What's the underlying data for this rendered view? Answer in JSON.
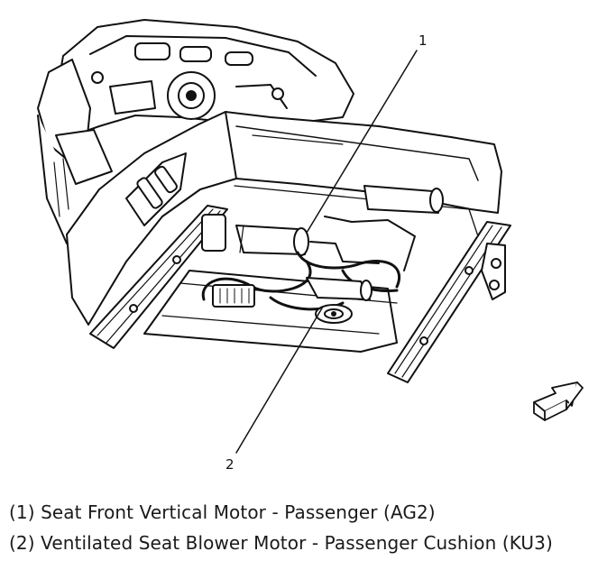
{
  "callouts": {
    "c1": "1",
    "c2": "2"
  },
  "legend": [
    {
      "text": "(1) Seat Front Vertical Motor - Passenger (AG2)"
    },
    {
      "text": "(2) Ventilated Seat Blower Motor - Passenger Cushion (KU3)"
    }
  ],
  "icons": {
    "direction": "forward-arrow-icon"
  }
}
